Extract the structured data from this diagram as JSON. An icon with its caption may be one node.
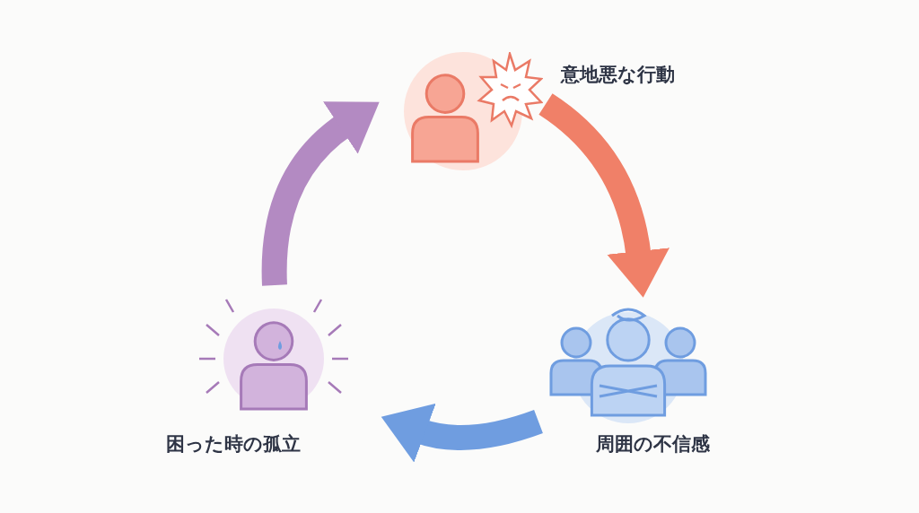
{
  "diagram": {
    "nodes": [
      {
        "text": [
          "意地悪な行動"
        ]
      },
      {
        "text": [
          "周囲の不信感"
        ]
      },
      {
        "text": [
          "困った時の孤立"
        ]
      }
    ],
    "edges": [
      {
        "from": 0,
        "to": 1,
        "arrow": "to",
        "color": "#f08068"
      },
      {
        "from": 1,
        "to": 2,
        "arrow": "to",
        "color": "#6f9de0"
      },
      {
        "from": 2,
        "to": 0,
        "arrow": "to",
        "color": "#b38ac2"
      }
    ]
  }
}
